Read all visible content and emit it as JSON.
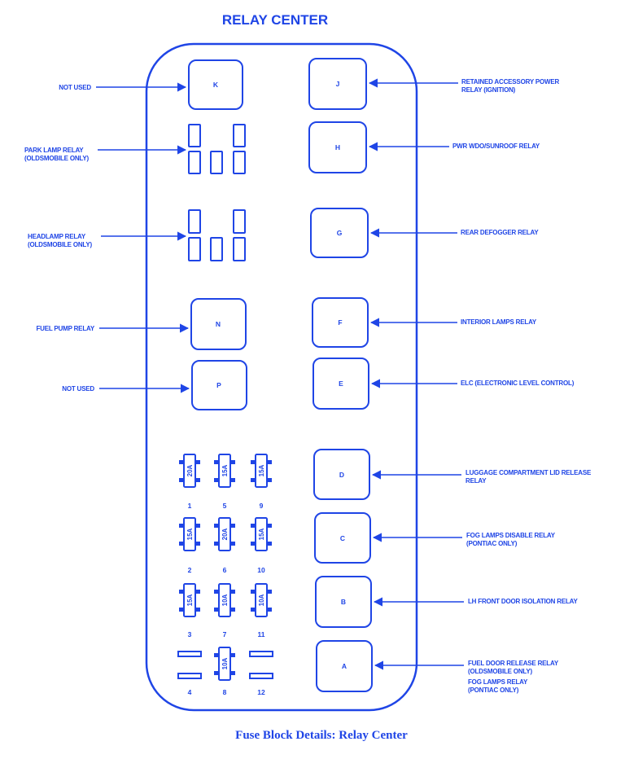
{
  "title": "RELAY CENTER",
  "caption": "Fuse Block Details: Relay Center",
  "colors": {
    "line": "#1f45e6",
    "background": "#ffffff"
  },
  "relays": {
    "K": "K",
    "J": "J",
    "H": "H",
    "G": "G",
    "N": "N",
    "F": "F",
    "P": "P",
    "E": "E",
    "D": "D",
    "C": "C",
    "B": "B",
    "A": "A"
  },
  "left_labels": {
    "k_line1": "NOT USED",
    "park_line1": "PARK LAMP RELAY",
    "park_line2": "(OLDSMOBILE ONLY)",
    "head_line1": "HEADLAMP RELAY",
    "head_line2": "(OLDSMOBILE ONLY)",
    "n_line1": "FUEL PUMP RELAY",
    "p_line1": "NOT USED"
  },
  "right_labels": {
    "j_line1": "RETAINED ACCESSORY POWER",
    "j_line2": "RELAY (IGNITION)",
    "h_line1": "PWR WDO/SUNROOF RELAY",
    "g_line1": "REAR DEFOGGER RELAY",
    "f_line1": "INTERIOR LAMPS RELAY",
    "e_line1": "ELC (ELECTRONIC LEVEL CONTROL)",
    "d_line1": "LUGGAGE COMPARTMENT LID RELEASE",
    "d_line2": "RELAY",
    "c_line1": "FOG LAMPS DISABLE RELAY",
    "c_line2": "(PONTIAC ONLY)",
    "b_line1": "LH FRONT DOOR ISOLATION RELAY",
    "a_line1": "FUEL DOOR RELEASE RELAY",
    "a_line2": "(OLDSMOBILE ONLY)",
    "a_line3": "FOG LAMPS RELAY",
    "a_line4": "(PONTIAC ONLY)"
  },
  "fuses": [
    {
      "num": "1",
      "amp": "20A"
    },
    {
      "num": "5",
      "amp": "15A"
    },
    {
      "num": "9",
      "amp": "15A"
    },
    {
      "num": "2",
      "amp": "15A"
    },
    {
      "num": "6",
      "amp": "20A"
    },
    {
      "num": "10",
      "amp": "15A"
    },
    {
      "num": "3",
      "amp": "15A"
    },
    {
      "num": "7",
      "amp": "10A"
    },
    {
      "num": "11",
      "amp": "10A"
    },
    {
      "num": "4",
      "amp": ""
    },
    {
      "num": "8",
      "amp": "10A"
    },
    {
      "num": "12",
      "amp": ""
    }
  ]
}
